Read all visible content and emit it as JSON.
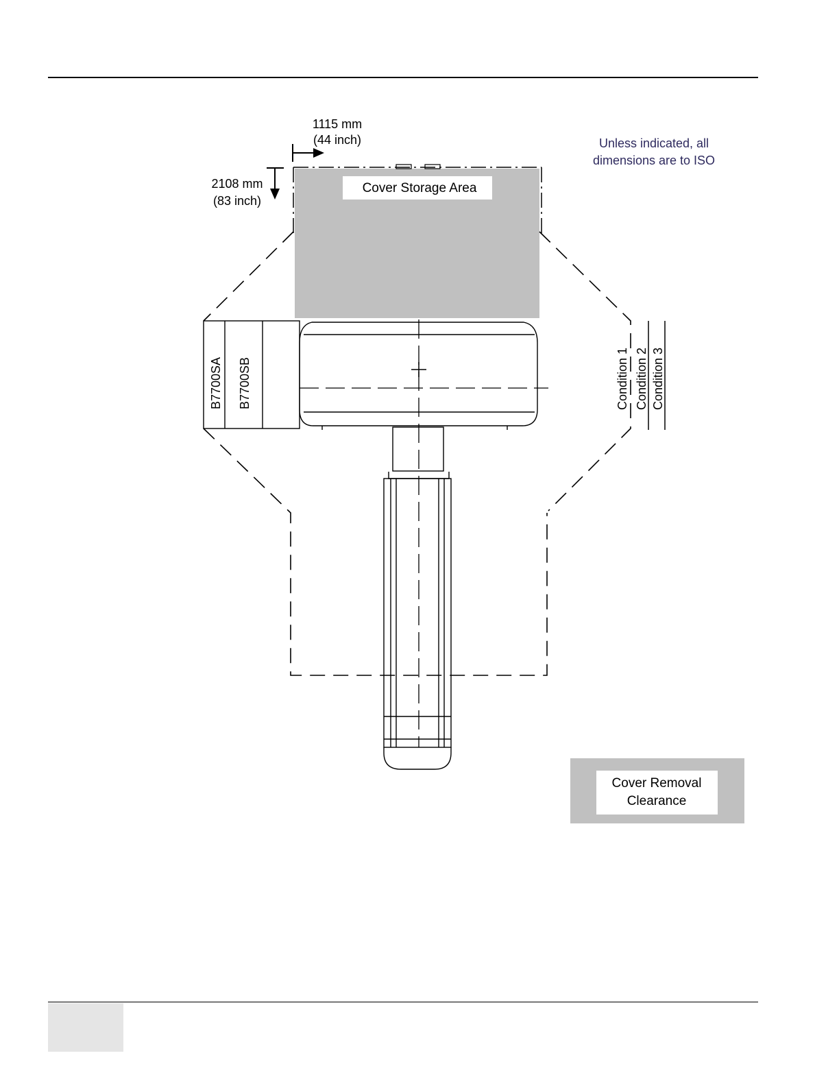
{
  "diagram": {
    "dim_width": {
      "line1": "1115 mm",
      "line2": "(44 inch)"
    },
    "dim_depth": {
      "line1": "2108 mm",
      "line2": "(83 inch)"
    },
    "note": {
      "line1": "Unless indicated, all",
      "line2": "dimensions are to ISO"
    },
    "cover_storage_label": "Cover Storage Area",
    "models": [
      "B7700SA",
      "B7700SB"
    ],
    "conditions": [
      "Condition 1",
      "Condition 2",
      "Condition 3"
    ],
    "legend": {
      "line1": "Cover Removal",
      "line2": "Clearance"
    },
    "colors": {
      "gray_area": "#c0c0c0",
      "note_text": "#2e2a5e",
      "line": "#000000"
    }
  }
}
